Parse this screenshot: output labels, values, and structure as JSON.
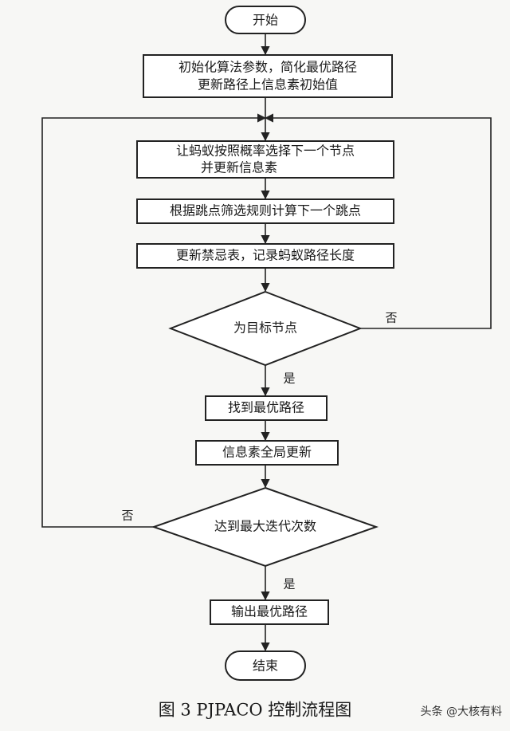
{
  "flowchart": {
    "start": "开始",
    "init_line1": "初始化算法参数，简化最优路径",
    "init_line2": "更新路径上信息素初始值",
    "select_line1": "让蚂蚁按照概率选择下一个节点",
    "select_line2": "并更新信息素",
    "jump": "根据跳点筛选规则计算下一个跳点",
    "tabu": "更新禁忌表，记录蚂蚁路径长度",
    "is_target": "为目标节点",
    "find_best": "找到最优路径",
    "global_update": "信息素全局更新",
    "max_iter": "达到最大迭代次数",
    "output": "输出最优路径",
    "end": "结束",
    "yes_label_1": "是",
    "no_label_1": "否",
    "yes_label_2": "是",
    "no_label_2": "否"
  },
  "caption": "图 3  PJPACO 控制流程图",
  "watermark": "头条 @大核有料"
}
